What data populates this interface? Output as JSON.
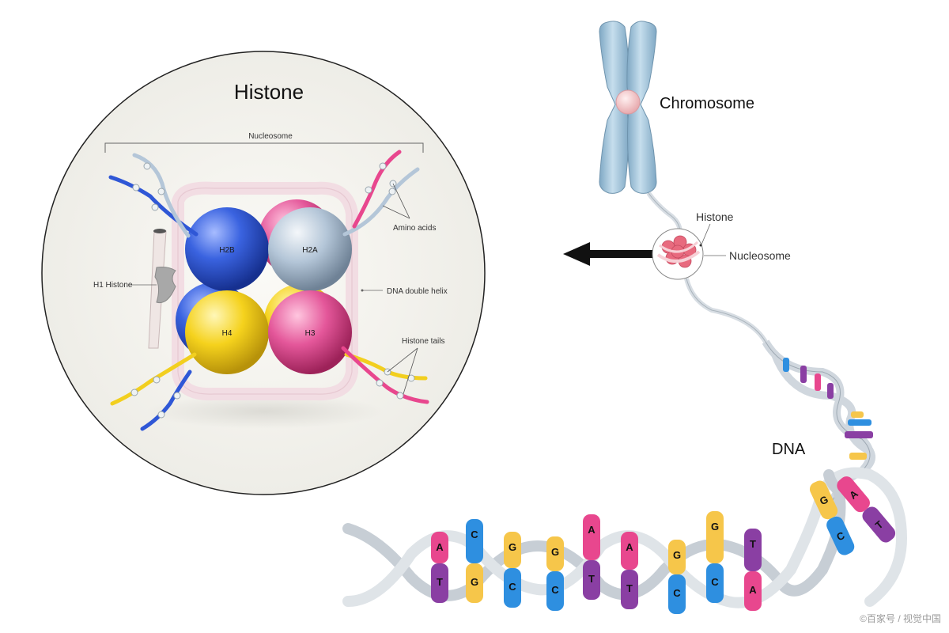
{
  "title": "Histone",
  "labels": {
    "nucleosome_bracket": "Nucleosome",
    "amino_acids": "Amino acids",
    "h1_histone": "H1 Histone",
    "dna_double_helix": "DNA double helix",
    "histone_tails": "Histone tails",
    "chromosome": "Chromosome",
    "histone_small": "Histone",
    "nucleosome_small": "Nucleosome",
    "dna": "DNA"
  },
  "histones": {
    "h2b": "H2B",
    "h2a": "H2A",
    "h4": "H4",
    "h3": "H3"
  },
  "colors": {
    "h2b": "#2f57d6",
    "h2a": "#a9bed3",
    "h4": "#f2cf1f",
    "h3": "#e0508f",
    "base_a": "#e8478e",
    "base_t": "#8a3fa3",
    "base_g": "#f6c64a",
    "base_c": "#2e8fe0",
    "chromosome": "#9fc4dc",
    "centromere": "#f2c2c4",
    "dna_ribbon": "#d7dde3"
  },
  "base_pairs": [
    {
      "top": "A",
      "bottom": "T"
    },
    {
      "top": "C",
      "bottom": "G"
    },
    {
      "top": "G",
      "bottom": "C"
    },
    {
      "top": "G",
      "bottom": "C"
    },
    {
      "top": "A",
      "bottom": "T"
    },
    {
      "top": "A",
      "bottom": "T"
    },
    {
      "top": "G",
      "bottom": "C"
    },
    {
      "top": "G",
      "bottom": "C"
    },
    {
      "top": "T",
      "bottom": "A"
    }
  ],
  "watermark": "©百家号 / 视觉中国"
}
